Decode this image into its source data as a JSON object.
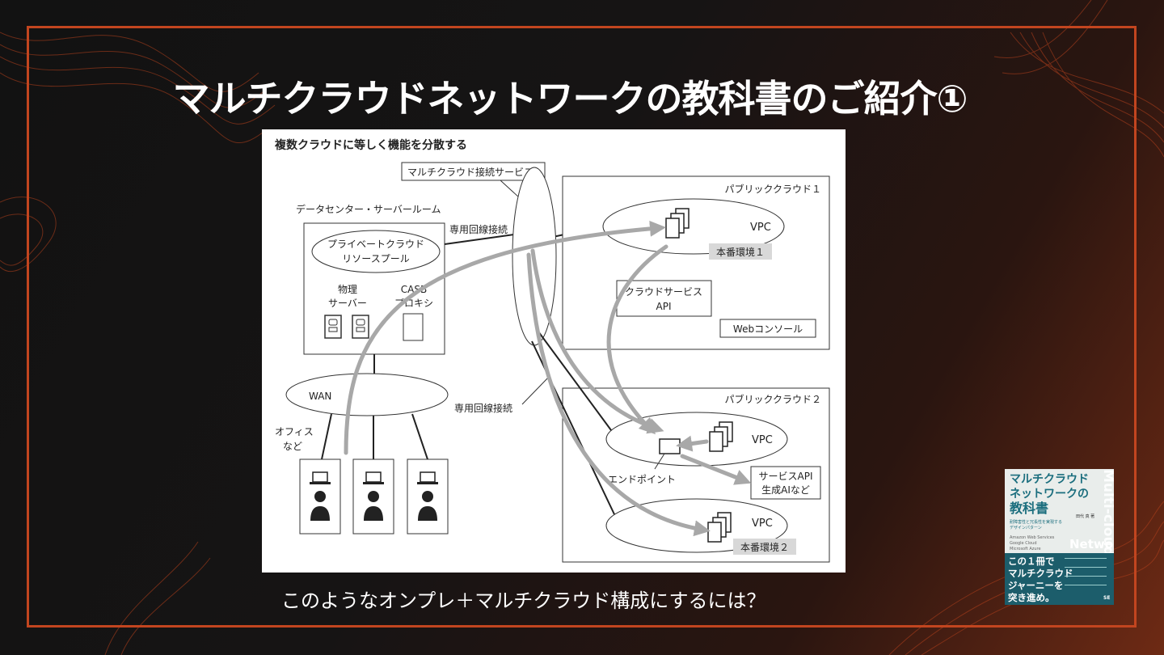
{
  "slide": {
    "title": "マルチクラウドネットワークの教科書のご紹介①",
    "caption": "このようなオンプレ＋マルチクラウド構成にするには？"
  },
  "diagram": {
    "heading": "複数クラウドに等しく機能を分散する",
    "mc_service": "マルチクラウド接続サービス",
    "datacenter": "データセンター・サーバールーム",
    "private_pool_1": "プライベートクラウド",
    "private_pool_2": "リソースプール",
    "physical_1": "物理",
    "physical_2": "サーバー",
    "casb_1": "CASB",
    "casb_2": "プロキシ",
    "dedicated_top": "専用回線接続",
    "dedicated_mid": "専用回線接続",
    "wan": "WAN",
    "office_1": "オフィス",
    "office_2": "など",
    "public1": "パブリッククラウド１",
    "vpc1": "VPC",
    "prod1": "本番環境１",
    "cloud_api_1": "クラウドサービス",
    "cloud_api_2": "API",
    "webconsole": "Webコンソール",
    "public2": "パブリッククラウド２",
    "vpc2": "VPC",
    "endpoint": "エンドポイント",
    "service_api_1": "サービスAPI",
    "service_api_2": "生成AIなど",
    "vpc3": "VPC",
    "prod2": "本番環境２"
  },
  "book": {
    "title_1": "マルチクラウド",
    "title_2": "ネットワークの",
    "title_3": "教科書",
    "subtitle_1": "耐障害性と冗長性を実現する",
    "subtitle_2": "デザインパターン",
    "author": "田代 真 著",
    "vendor_1": "Amazon Web Services",
    "vendor_2": "Google Cloud",
    "vendor_3": "Microsoft Azure",
    "network_word": "Network",
    "side_word": "Multi-cloud",
    "tagline_1": "この１冊で",
    "tagline_2": "マルチクラウド",
    "tagline_3": "ジャーニーを",
    "tagline_4": "突き進め。",
    "publisher": "SE"
  },
  "colors": {
    "accent": "#c2451f",
    "book_teal": "#1c5d6b"
  }
}
